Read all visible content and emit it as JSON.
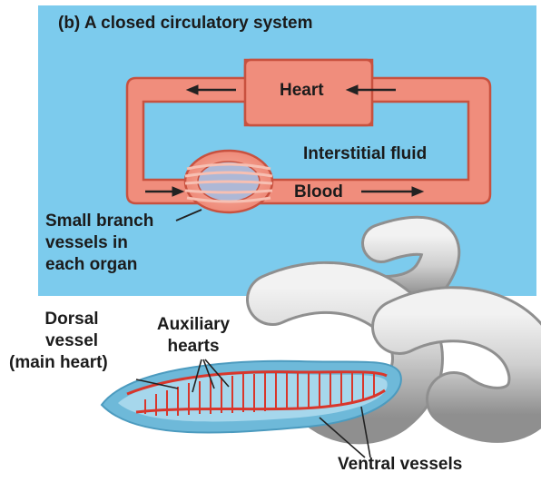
{
  "title": "(b) A closed circulatory system",
  "labels": {
    "heart": "Heart",
    "interstitial_fluid": "Interstitial fluid",
    "blood": "Blood",
    "small_branch": "Small branch vessels in each organ",
    "small_branch_line1": "Small branch",
    "small_branch_line2": "vessels in",
    "small_branch_line3": "each organ",
    "dorsal_line1": "Dorsal",
    "dorsal_line2": "vessel",
    "dorsal_line3": "(main heart)",
    "auxiliary_line1": "Auxiliary",
    "auxiliary_line2": "hearts",
    "ventral_vessels": "Ventral vessels"
  },
  "colors": {
    "panel_background": "#7ccbed",
    "vessel_fill": "#f08d7c",
    "vessel_stroke": "#c8513f",
    "worm_body": "#d3d3d3",
    "worm_shadow": "#9a9a9a",
    "worm_interior": "#8ec9e3",
    "blood_vessel": "#d9362b"
  }
}
